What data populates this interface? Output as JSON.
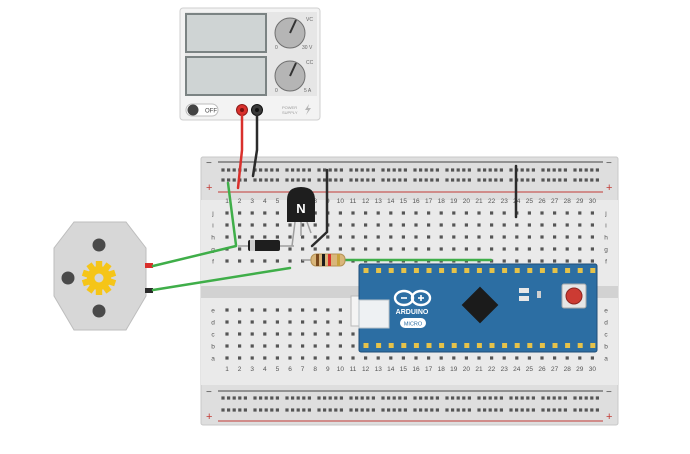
{
  "power_supply": {
    "voltage_scale": "30 V",
    "current_scale": "5 A",
    "knob_v_tag": "VC",
    "knob_a_tag": "CC",
    "knob_zero": "0",
    "off_label": "OFF",
    "brand_line1": "POWER",
    "brand_line2": "SUPPLY"
  },
  "breadboard": {
    "column_labels": [
      "1",
      "2",
      "3",
      "4",
      "5",
      "6",
      "7",
      "8",
      "9",
      "10",
      "11",
      "12",
      "13",
      "14",
      "15",
      "16",
      "17",
      "18",
      "19",
      "20",
      "21",
      "22",
      "23",
      "24",
      "25",
      "26",
      "27",
      "28",
      "29",
      "30"
    ],
    "upper_row_labels": [
      "j",
      "i",
      "h",
      "g",
      "f"
    ],
    "lower_row_labels": [
      "e",
      "d",
      "c",
      "b",
      "a"
    ],
    "rail_minus": "−",
    "rail_plus": "+"
  },
  "transistor": {
    "label": "N"
  },
  "arduino": {
    "brand": "ARDUINO",
    "model": "MICRO"
  },
  "colors": {
    "wire_red": "#d9302c",
    "wire_black": "#2b2b2b",
    "wire_green": "#3fae49",
    "board_blue": "#2c6ea3",
    "gear": "#f5c518"
  }
}
